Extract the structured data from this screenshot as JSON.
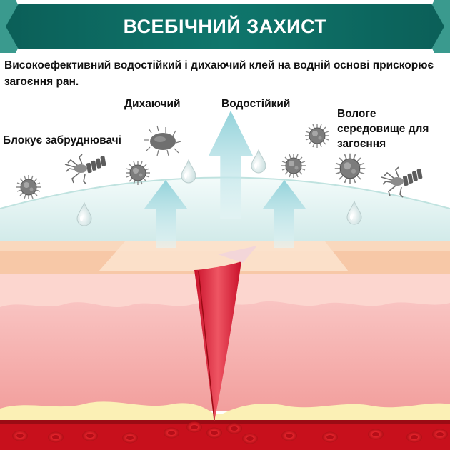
{
  "banner": {
    "title": "ВСЕБІЧНИЙ ЗАХИСТ",
    "colors": {
      "dark": "#0c6a62",
      "light": "#3a9a8e"
    }
  },
  "description": "Високоефективний водостійкий і дихаючий клей на водній основі прискорює загоєння ран.",
  "labels": {
    "blocks_contaminants": "Блокує забруднювачі",
    "breathable": "Дихаючий",
    "waterproof": "Водостійкий",
    "moist_environment": "Вологе середовище для загоєння"
  },
  "icons": [
    "virus-icon",
    "bacteria-icon",
    "dust-mite-icon",
    "water-drop-icon",
    "up-arrow-icon",
    "blood-cell-icon"
  ],
  "colors": {
    "film": "#dff1ef",
    "arrow": "#a9dbe0",
    "skin_top": "#f7c9a9",
    "dermis": "#f4a9a8",
    "fat": "#fbf0b5",
    "blood_vessel": "#c8101c",
    "wound": "#e43c4c"
  }
}
